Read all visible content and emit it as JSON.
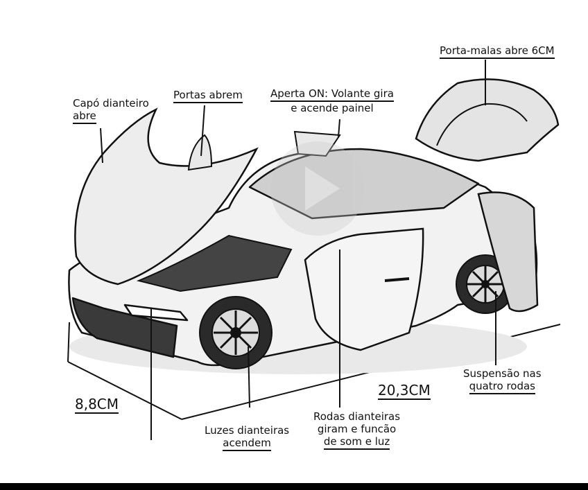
{
  "labels": {
    "hood": [
      "Capó dianteiro",
      "abre"
    ],
    "doors": "Portas abrem",
    "steering": [
      "Aperta ON: Volante gira",
      "e acende painel"
    ],
    "trunk": "Porta-malas abre 6CM",
    "suspension": [
      "Suspensão nas",
      "quatro rodas"
    ],
    "headlights": [
      "Luzes dianteiras",
      "acendem"
    ],
    "front_wheels": [
      "Rodas dianteiras",
      "giram e funcão",
      "de som e luz"
    ]
  },
  "dimensions": {
    "height": "8,8CM",
    "length": "20,3CM"
  },
  "colors": {
    "ink": "#111111",
    "paper": "#ffffff",
    "shade": "#d9d9d9"
  },
  "icons": [
    "car-illustration",
    "play-watermark-icon"
  ]
}
